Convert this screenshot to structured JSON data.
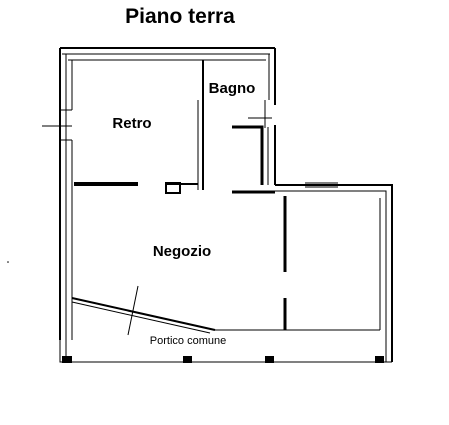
{
  "title": "Piano terra",
  "rooms": {
    "retro": "Retro",
    "bagno": "Bagno",
    "negozio": "Negozio",
    "portico": "Portico comune"
  },
  "colors": {
    "ink": "#000000",
    "paper": "#ffffff"
  }
}
